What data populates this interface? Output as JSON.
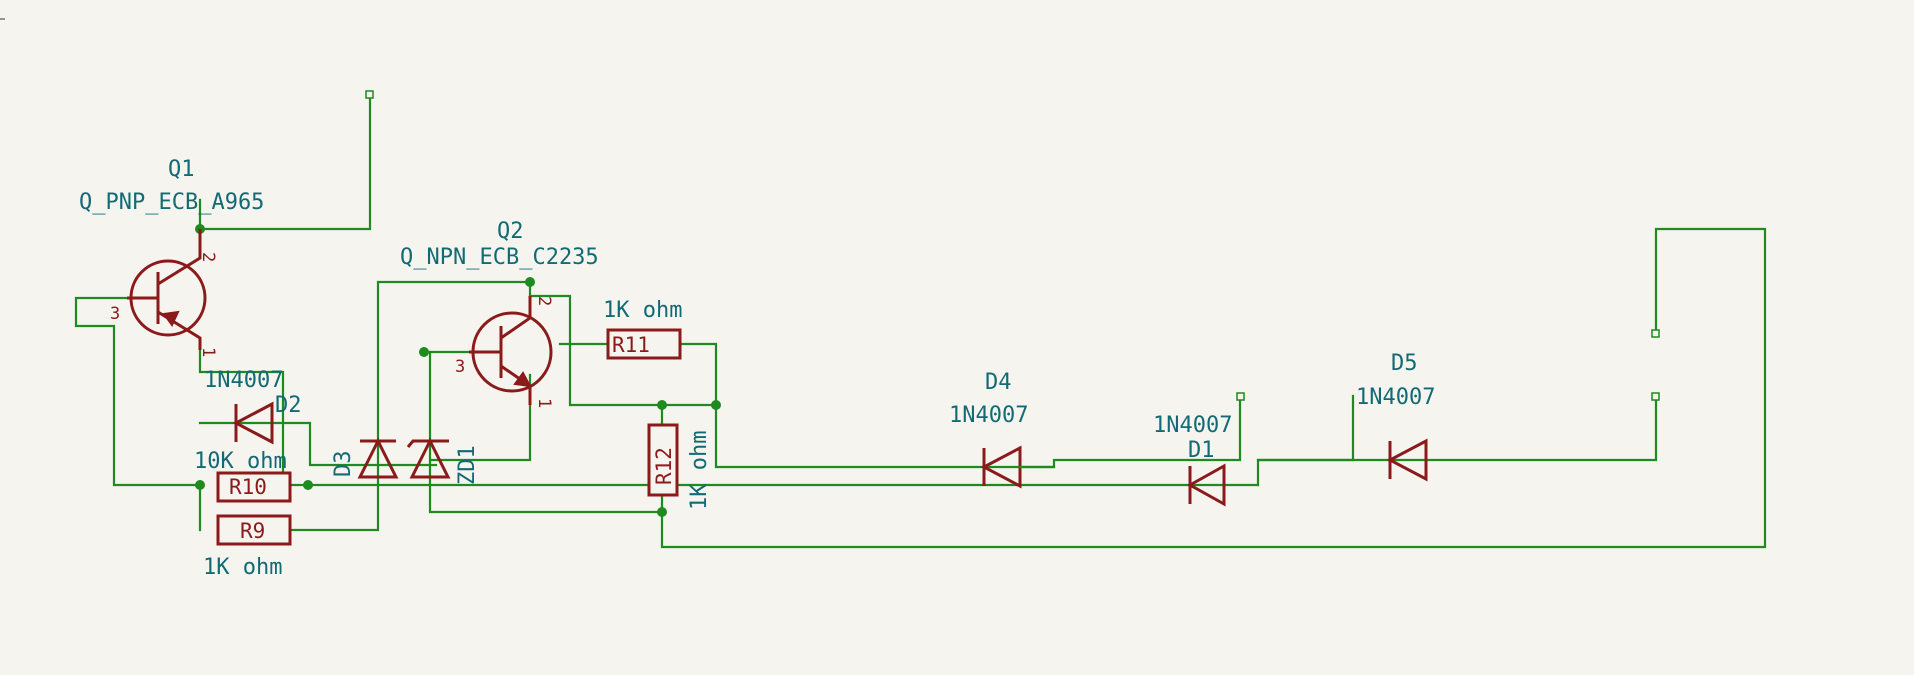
{
  "components": {
    "q1": {
      "ref": "Q1",
      "value": "Q_PNP_ECB_A965",
      "pin1": "1",
      "pin2": "2",
      "pin3": "3"
    },
    "q2": {
      "ref": "Q2",
      "value": "Q_NPN_ECB_C2235",
      "pin1": "1",
      "pin2": "2",
      "pin3": "3"
    },
    "d1": {
      "ref": "D1",
      "value": "1N4007"
    },
    "d2": {
      "ref": "D2",
      "value": "1N4007"
    },
    "d3": {
      "ref": "D3"
    },
    "d4": {
      "ref": "D4",
      "value": "1N4007"
    },
    "d5": {
      "ref": "D5",
      "value": "1N4007"
    },
    "zd1": {
      "ref": "ZD1"
    },
    "r9": {
      "ref": "R9",
      "value": "1K ohm"
    },
    "r10": {
      "ref": "R10",
      "value": "10K ohm"
    },
    "r11": {
      "ref": "R11",
      "value": "1K ohm"
    },
    "r12": {
      "ref": "R12",
      "value": "1K ohm"
    }
  },
  "colors": {
    "background": "#f5f4ef",
    "wire": "#1f8a1f",
    "symbol": "#8b1a1a",
    "label": "#126b74"
  }
}
